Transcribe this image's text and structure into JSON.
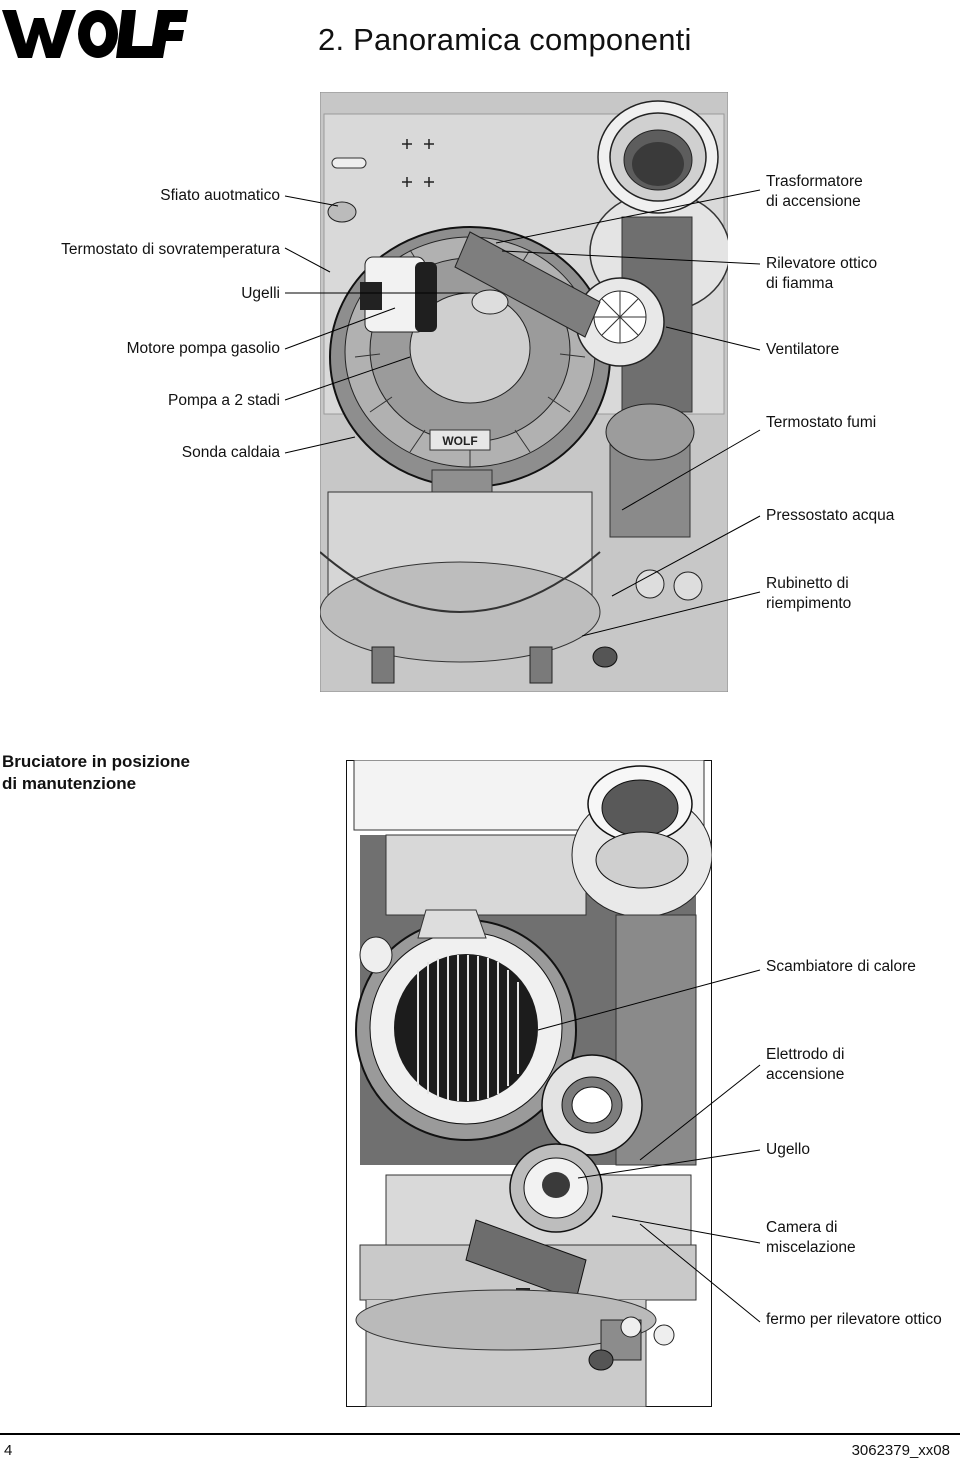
{
  "header": {
    "logo_text": "WOLF",
    "title": "2. Panoramica componenti"
  },
  "figure1": {
    "labels_left": [
      {
        "id": "sfiato",
        "text": "Sfiato auotmatico"
      },
      {
        "id": "termostato_sovra",
        "text": "Termostato di sovratemperatura"
      },
      {
        "id": "ugelli",
        "text": "Ugelli"
      },
      {
        "id": "motore",
        "text": "Motore pompa gasolio"
      },
      {
        "id": "pompa",
        "text": "Pompa a 2 stadi"
      },
      {
        "id": "sonda",
        "text": "Sonda caldaia"
      }
    ],
    "labels_right": [
      {
        "id": "trasformatore",
        "line1": "Trasformatore",
        "line2": "di accensione"
      },
      {
        "id": "rilevatore",
        "line1": "Rilevatore ottico",
        "line2": "di fiamma"
      },
      {
        "id": "ventilatore",
        "line1": "Ventilatore",
        "line2": ""
      },
      {
        "id": "termostato_fumi",
        "line1": "Termostato fumi",
        "line2": ""
      },
      {
        "id": "pressostato",
        "line1": "Pressostato acqua",
        "line2": ""
      },
      {
        "id": "rubinetto",
        "line1": "Rubinetto di",
        "line2": "riempimento"
      }
    ],
    "logo_on_drawing": "WOLF"
  },
  "figure2": {
    "section_title_line1": "Bruciatore in posizione",
    "section_title_line2": "di manutenzione",
    "labels_right": [
      {
        "id": "scambiatore",
        "line1": "Scambiatore di calore",
        "line2": ""
      },
      {
        "id": "elettrodo",
        "line1": "Elettrodo di",
        "line2": "accensione"
      },
      {
        "id": "ugello",
        "line1": "Ugello",
        "line2": ""
      },
      {
        "id": "camera",
        "line1": "Camera di",
        "line2": "miscelazione"
      },
      {
        "id": "fermo",
        "line1": "fermo per rilevatore ottico",
        "line2": ""
      }
    ]
  },
  "footer": {
    "page_number": "4",
    "doc_code": "3062379_xx08"
  }
}
